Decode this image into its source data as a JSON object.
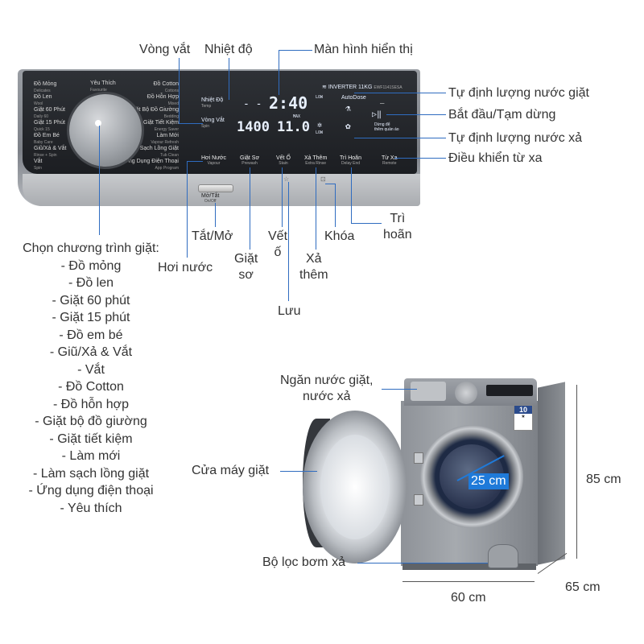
{
  "callouts": {
    "wring": "Vòng vắt",
    "temperature": "Nhiệt độ",
    "display": "Màn hình hiển thị",
    "auto_detergent": "Tự định lượng nước giặt",
    "start_pause": "Bắt đầu/Tạm dừng",
    "auto_softener": "Tự định lượng nước xả",
    "remote": "Điều khiển từ xa",
    "delay": [
      "Trì",
      "hoãn"
    ],
    "lock": "Khóa",
    "extra_rinse": [
      "Xả",
      "thêm"
    ],
    "stain": [
      "Vết",
      "ố"
    ],
    "prewash": [
      "Giặt",
      "sơ"
    ],
    "save": "Lưu",
    "power": "Tắt/Mở",
    "steam": "Hơi nước",
    "dispenser": [
      "Ngăn nước giặt,",
      "nước xả"
    ],
    "door": "Cửa máy giặt",
    "filter": "Bộ lọc bơm xả"
  },
  "programs": {
    "heading": "Chọn chương trình giặt:",
    "items": [
      "- Đồ mỏng",
      "- Đồ len",
      "- Giặt 60 phút",
      "- Giặt 15 phút",
      "- Đồ em bé",
      "- Giũ/Xả & Vắt",
      "- Vắt",
      "- Đồ Cotton",
      "- Đồ hỗn hợp",
      "- Giặt bộ đồ giường",
      "- Giặt tiết kiệm",
      "- Làm mới",
      "- Làm sạch lồng giặt",
      "- Ứng dụng điện thoại",
      "- Yêu thích"
    ]
  },
  "panel": {
    "left_labels": [
      {
        "vi": "Đồ Mỏng",
        "en": "Delicates"
      },
      {
        "vi": "Đồ Len",
        "en": "Wool"
      },
      {
        "vi": "Giặt 60 Phút",
        "en": "Daily 60"
      },
      {
        "vi": "Giặt 15 Phút",
        "en": "Quick 15"
      },
      {
        "vi": "Đồ Em Bé",
        "en": "Baby Care"
      },
      {
        "vi": "Giũ/Xả & Vắt",
        "en": "Rinse + Spin"
      },
      {
        "vi": "Vắt",
        "en": "Spin"
      }
    ],
    "top_label": {
      "vi": "Yêu Thích",
      "en": "Favourite"
    },
    "right_labels": [
      {
        "vi": "Đồ Cotton",
        "en": "Cottons"
      },
      {
        "vi": "Đồ Hỗn Hợp",
        "en": "Mixed"
      },
      {
        "vi": "Giặt Bộ Đồ Giường",
        "en": "Bedding"
      },
      {
        "vi": "Giặt Tiết Kiệm",
        "en": "Energy Saver"
      },
      {
        "vi": "Làm Mới",
        "en": "Vapour Refresh"
      },
      {
        "vi": "Làm Sạch Lồng Giặt",
        "en": "Tub Clean"
      },
      {
        "vi": "Ứng Dụng Điện Thoại",
        "en": "App Program"
      }
    ],
    "inverter": "INVERTER 11KG",
    "model": "EWF1141SESA",
    "lcd_left_temp": "Nhiệt Độ",
    "lcd_left_temp_en": "Temp",
    "lcd_left_spin": "Vòng Vắt",
    "lcd_left_spin_en": "Spin",
    "lcd_time": "2:40",
    "lcd_dashes": "- -",
    "lcd_rpm": "1400",
    "lcd_kg": "11.0",
    "lcd_max": "MAX",
    "lcd_low": "LOW",
    "autodose": "AutoDose",
    "dung_de": "Dừng để",
    "dung_de_sub": "thêm quần áo",
    "buttons": [
      {
        "vi": "Hơi Nước",
        "en": "Vapour"
      },
      {
        "vi": "Giặt Sơ",
        "en": "Prewash"
      },
      {
        "vi": "Vết Ố",
        "en": "Stain"
      },
      {
        "vi": "Xả Thêm",
        "en": "Extra Rinse"
      },
      {
        "vi": "Trì Hoãn",
        "en": "Delay End"
      },
      {
        "vi": "Từ Xa",
        "en": "Remote"
      }
    ],
    "power_vi": "Mở/Tắt",
    "power_en": "On/Off"
  },
  "dimensions": {
    "diameter": "25 cm",
    "height": "85 cm",
    "width": "60 cm",
    "depth": "65 cm"
  },
  "energy_label": "10",
  "colors": {
    "leader_line": "#2f6cc0",
    "diameter_badge": "#1f7ad9"
  }
}
